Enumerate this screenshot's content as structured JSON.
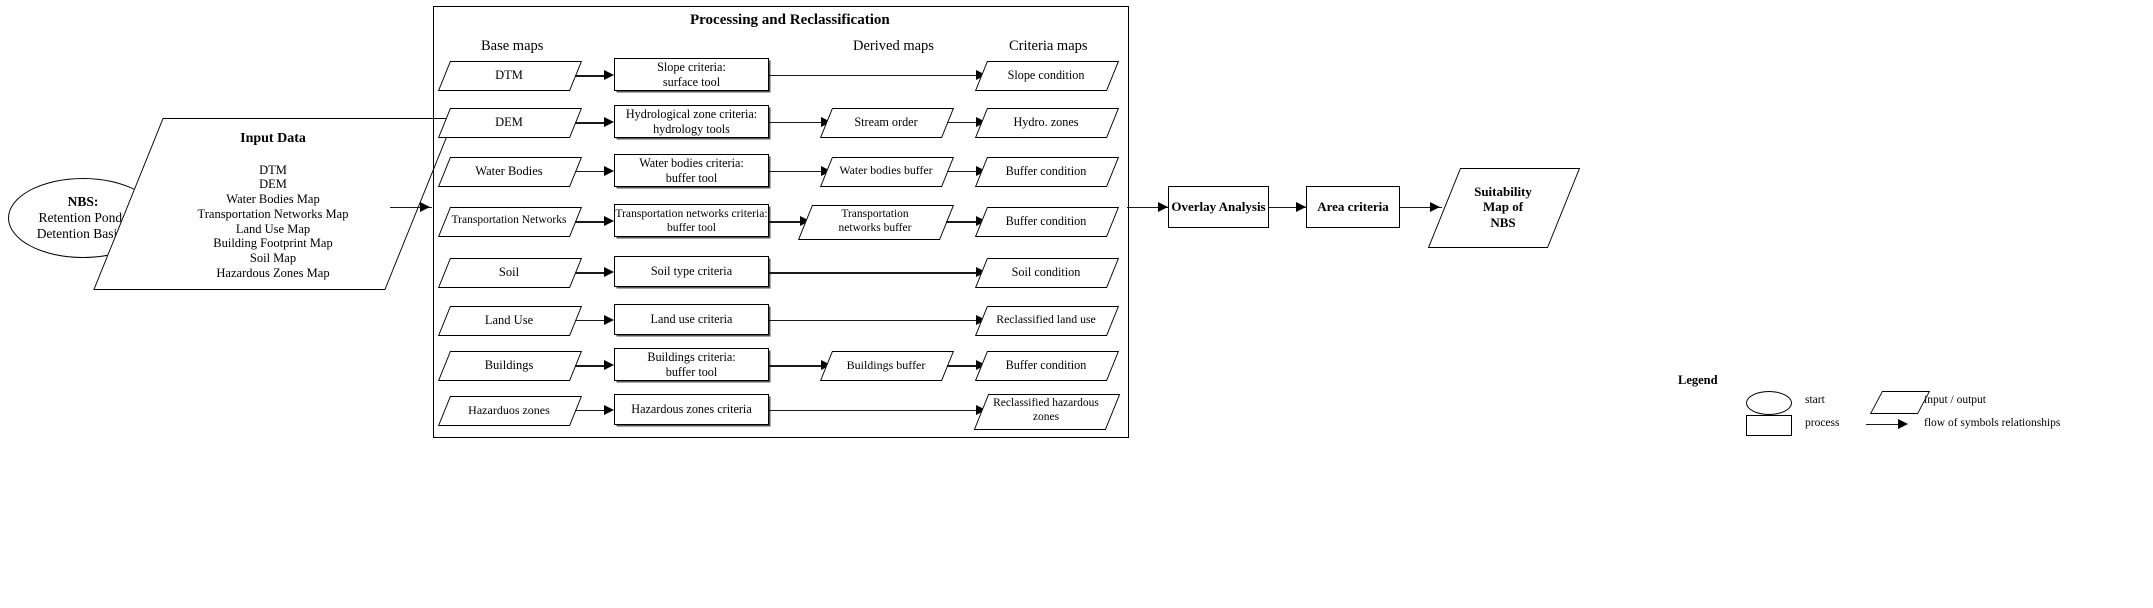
{
  "diagram": {
    "title": "Processing and Reclassification",
    "column_headers": {
      "base_maps": "Base maps",
      "derived_maps": "Derived maps",
      "criteria_maps": "Criteria maps"
    },
    "start": {
      "line1": "NBS:",
      "line2": "Retention Ponds",
      "line3": "Detention Basins"
    },
    "input_data": {
      "heading": "Input Data",
      "items": [
        "DTM",
        "DEM",
        "Water Bodies Map",
        "Transportation Networks Map",
        "Land Use Map",
        "Building Footprint Map",
        "Soil Map",
        "Hazardous Zones Map"
      ]
    },
    "rows": [
      {
        "base": "DTM",
        "process_line1": "Slope criteria:",
        "process_line2": "surface tool",
        "derived": "",
        "criteria_line1": "Slope condition",
        "criteria_line2": ""
      },
      {
        "base": "DEM",
        "process_line1": "Hydrological zone criteria:",
        "process_line2": "hydrology tools",
        "derived": "Stream order",
        "criteria_line1": "Hydro. zones",
        "criteria_line2": ""
      },
      {
        "base": "Water Bodies",
        "process_line1": "Water bodies criteria:",
        "process_line2": "buffer tool",
        "derived": "Water bodies buffer",
        "criteria_line1": "Buffer condition",
        "criteria_line2": ""
      },
      {
        "base": "Transportation Networks",
        "process_line1": "Transportation networks criteria:",
        "process_line2": "buffer tool",
        "derived": "Transportation networks buffer",
        "criteria_line1": "Buffer condition",
        "criteria_line2": ""
      },
      {
        "base": "Soil",
        "process_line1": "Soil type criteria",
        "process_line2": "",
        "derived": "",
        "criteria_line1": "Soil condition",
        "criteria_line2": ""
      },
      {
        "base": "Land Use",
        "process_line1": "Land use criteria",
        "process_line2": "",
        "derived": "",
        "criteria_line1": "Reclassified land use",
        "criteria_line2": ""
      },
      {
        "base": "Buildings",
        "process_line1": "Buildings criteria:",
        "process_line2": "buffer tool",
        "derived": "Buildings buffer",
        "criteria_line1": "Buffer condition",
        "criteria_line2": ""
      },
      {
        "base": "Hazarduos zones",
        "process_line1": "Hazardous zones criteria",
        "process_line2": "",
        "derived": "",
        "criteria_line1": "Reclassified hazardous",
        "criteria_line2": "zones"
      }
    ],
    "outputs": {
      "overlay_analysis": "Overlay Analysis",
      "area_criteria": "Area criteria",
      "suitability_line1": "Suitability",
      "suitability_line2": "Map of",
      "suitability_line3": "NBS"
    },
    "legend": {
      "heading": "Legend",
      "start": "start",
      "process": "process",
      "input_output": "input / output",
      "flow": "flow of symbols relationships"
    }
  },
  "colors": {
    "stroke": "#000000",
    "background": "#ffffff",
    "connector": "#1a1a1a"
  }
}
